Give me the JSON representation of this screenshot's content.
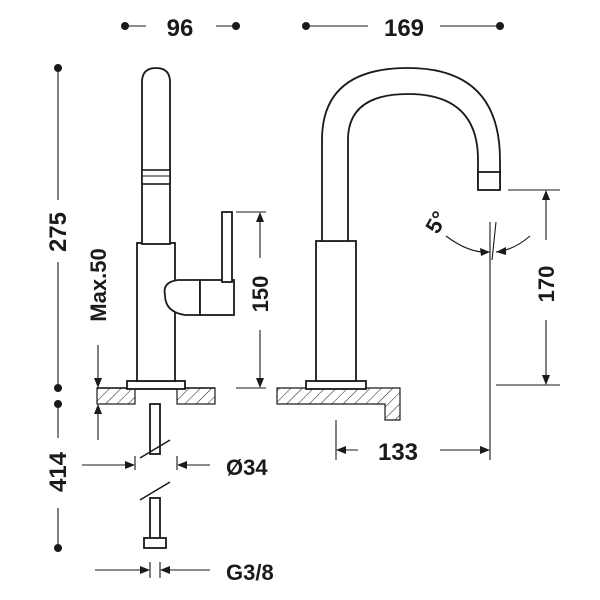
{
  "dimensions": {
    "front_width": "96",
    "side_reach": "169",
    "total_height": "275",
    "max_counter_thickness": "Max.50",
    "handle_height": "150",
    "below_counter": "414",
    "hole_diameter": "Ø34",
    "connection": "G3/8",
    "spout_height": "170",
    "spout_projection": "133",
    "spout_angle": "5°"
  },
  "colors": {
    "line": "#1a1a1a",
    "background": "#ffffff"
  }
}
